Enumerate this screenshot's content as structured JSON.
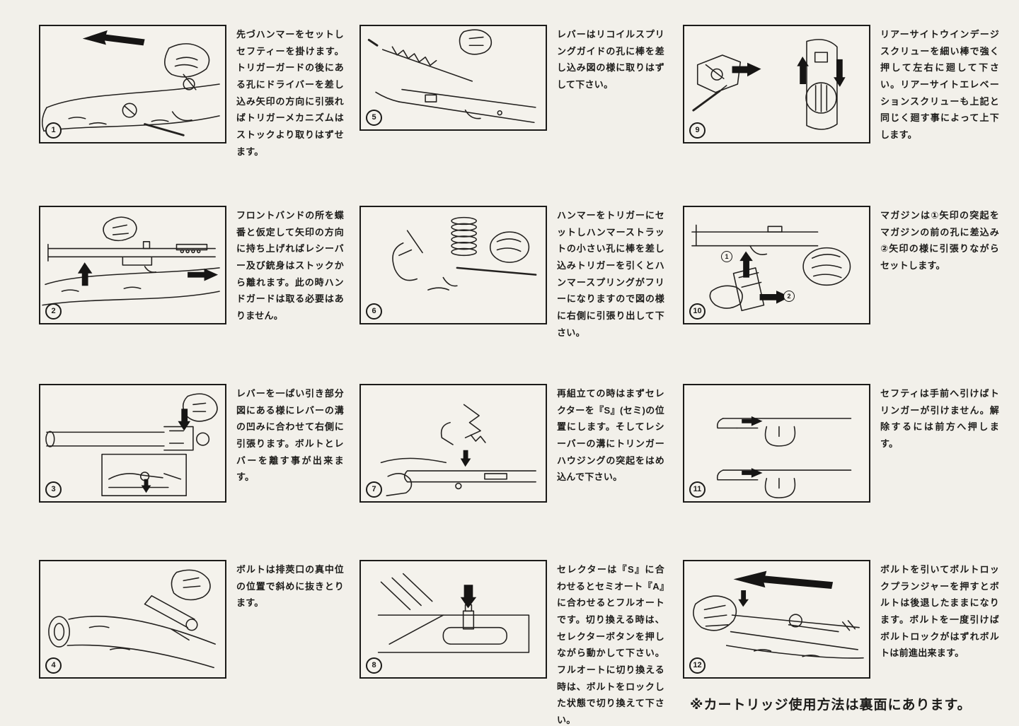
{
  "page": {
    "footer_note": "※カートリッジ使用方法は裏面にあります。"
  },
  "colors": {
    "paper": "#f2f0ea",
    "ink": "#1c1b19"
  },
  "panels": [
    {
      "number": "1",
      "text": "先づハンマーをセットしセフティーを掛けます。トリガーガードの後にある孔にドライバーを差し込み矢印の方向に引張ればトリガーメカニズムはストックより取りはずせます。"
    },
    {
      "number": "2",
      "text": "フロントバンドの所を蝶番と仮定して矢印の方向に持ち上げればレシーバー及び銃身はストックから離れます。此の時ハンドガードは取る必要はありません。"
    },
    {
      "number": "3",
      "text": "レバーを一ぱい引き部分図にある様にレバーの溝の凹みに合わせて右側に引張ります。ボルトとレバーを離す事が出来ます。"
    },
    {
      "number": "4",
      "text": "ボルトは排莢口の真中位の位置で斜めに抜きとります。"
    },
    {
      "number": "5",
      "text": "レバーはリコイルスプリングガイドの孔に棒を差し込み図の様に取りはずして下さい。"
    },
    {
      "number": "6",
      "text": "ハンマーをトリガーにセットしハンマーストラットの小さい孔に棒を差し込みトリガーを引くとハンマースプリングがフリーになりますので図の様に右側に引張り出して下さい。"
    },
    {
      "number": "7",
      "text": "再組立ての時はまずセレクターを『S』(セミ)の位置にします。そしてレシーバーの溝にトリンガーハウジングの突起をはめ込んで下さい。"
    },
    {
      "number": "8",
      "text": "セレクターは『S』に合わせるとセミオート『A』に合わせるとフルオートです。切り換える時は、セレクターボタンを押しながら動かして下さい。フルオートに切り換える時は、ボルトをロックした状態で切り換えて下さい。"
    },
    {
      "number": "9",
      "text": "リアーサイトウインデージスクリューを細い棒で強く押して左右に廻して下さい。リアーサイトエレベーションスクリューも上記と同じく廻す事によって上下します。"
    },
    {
      "number": "10",
      "text": "マガジンは①矢印の突起をマガジンの前の孔に差込み②矢印の様に引張りながらセットします。"
    },
    {
      "number": "11",
      "text": "セフティは手前へ引けばトリンガーが引けません。解除するには前方へ押します。"
    },
    {
      "number": "12",
      "text": "ボルトを引いてボルトロックプランジャーを押すとボルトは後退したままになります。ボルトを一度引けばボルトロックがはずれボルトは前進出来ます。"
    }
  ],
  "figure_labels": {
    "panel10": [
      "1",
      "2"
    ]
  }
}
